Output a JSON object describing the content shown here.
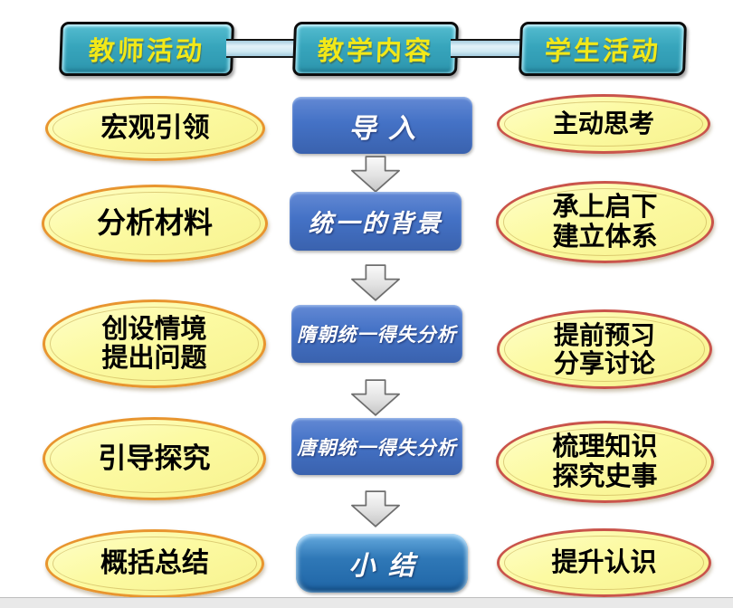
{
  "header": {
    "teacher": "教师活动",
    "content": "教学内容",
    "student": "学生活动"
  },
  "flow_steps": [
    {
      "label": "导入"
    },
    {
      "label": "统一的背景"
    },
    {
      "label": "隋朝统一得失分析"
    },
    {
      "label": "唐朝统一得失分析"
    },
    {
      "label": "小结"
    }
  ],
  "teacher_activities": [
    {
      "lines": [
        "宏观引领"
      ]
    },
    {
      "lines": [
        "分析材料"
      ]
    },
    {
      "lines": [
        "创设情境",
        "提出问题"
      ]
    },
    {
      "lines": [
        "引导探究"
      ]
    },
    {
      "lines": [
        "概括总结"
      ]
    }
  ],
  "student_activities": [
    {
      "lines": [
        "主动思考"
      ]
    },
    {
      "lines": [
        "承上启下",
        "建立体系"
      ]
    },
    {
      "lines": [
        "提前预习",
        "分享讨论"
      ]
    },
    {
      "lines": [
        "梳理知识",
        "探究史事"
      ]
    },
    {
      "lines": [
        "提升认识"
      ]
    }
  ],
  "icons": {
    "down_arrow": "down-block-arrow",
    "connector": "horizontal-bar-connector"
  },
  "colors": {
    "header_fill": "#37A5BC",
    "header_text": "#F2E818",
    "header_border": "#0D0D0D",
    "flow_fill": "#4472C6",
    "flow_summary_fill": "#2F78B7",
    "flow_text": "#FFFFFF",
    "ellipse_fill": "#FCFAA2",
    "teacher_ellipse_border": "#E8952F",
    "student_ellipse_border": "#C9544B",
    "ellipse_text": "#000000",
    "arrow_fill": "#E3E3E3",
    "arrow_border": "#6E6E6E",
    "connector_fill": "#CFE9F3",
    "bottom_strip": "#E9E9E9",
    "background": "#FFFFFF"
  }
}
